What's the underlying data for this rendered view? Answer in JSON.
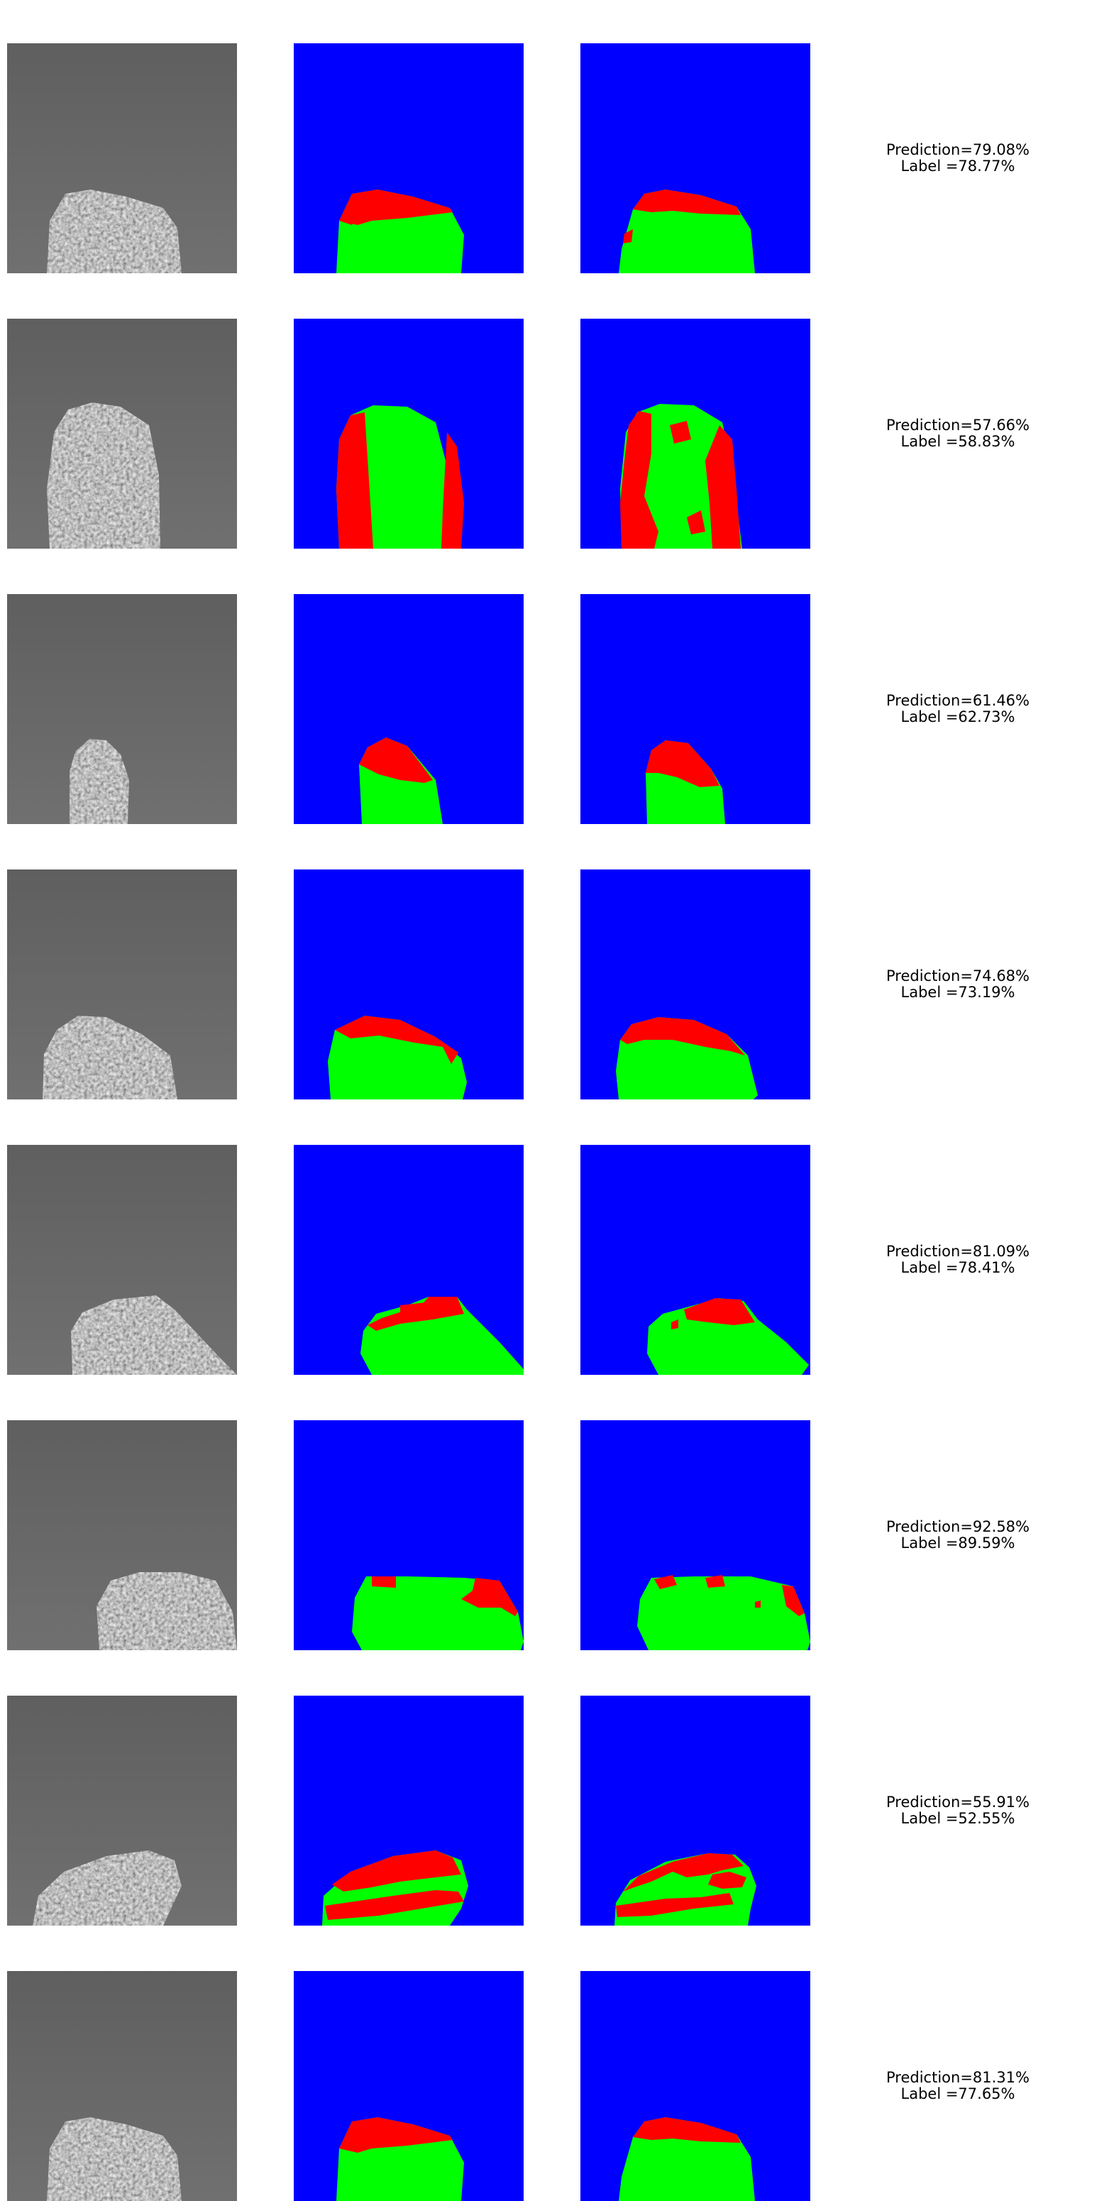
{
  "colors": {
    "background_class": "#0000ff",
    "class_a": "#00ff00",
    "class_b": "#ff0000",
    "photo_background": "#6a6a6a"
  },
  "rows": [
    {
      "prediction_text": "Prediction=79.08%",
      "label_text": "Label =78.77%",
      "prediction_pct": 79.08,
      "label_pct": 78.77
    },
    {
      "prediction_text": "Prediction=57.66%",
      "label_text": "Label =58.83%",
      "prediction_pct": 57.66,
      "label_pct": 58.83
    },
    {
      "prediction_text": "Prediction=61.46%",
      "label_text": "Label =62.73%",
      "prediction_pct": 61.46,
      "label_pct": 62.73
    },
    {
      "prediction_text": "Prediction=74.68%",
      "label_text": "Label =73.19%",
      "prediction_pct": 74.68,
      "label_pct": 73.19
    },
    {
      "prediction_text": "Prediction=81.09%",
      "label_text": "Label =78.41%",
      "prediction_pct": 81.09,
      "label_pct": 78.41
    },
    {
      "prediction_text": "Prediction=92.58%",
      "label_text": "Label =89.59%",
      "prediction_pct": 92.58,
      "label_pct": 89.59
    },
    {
      "prediction_text": "Prediction=55.91%",
      "label_text": "Label =52.55%",
      "prediction_pct": 55.91,
      "label_pct": 52.55
    },
    {
      "prediction_text": "Prediction=81.31%",
      "label_text": "Label =77.65%",
      "prediction_pct": 81.31,
      "label_pct": 77.65
    }
  ]
}
